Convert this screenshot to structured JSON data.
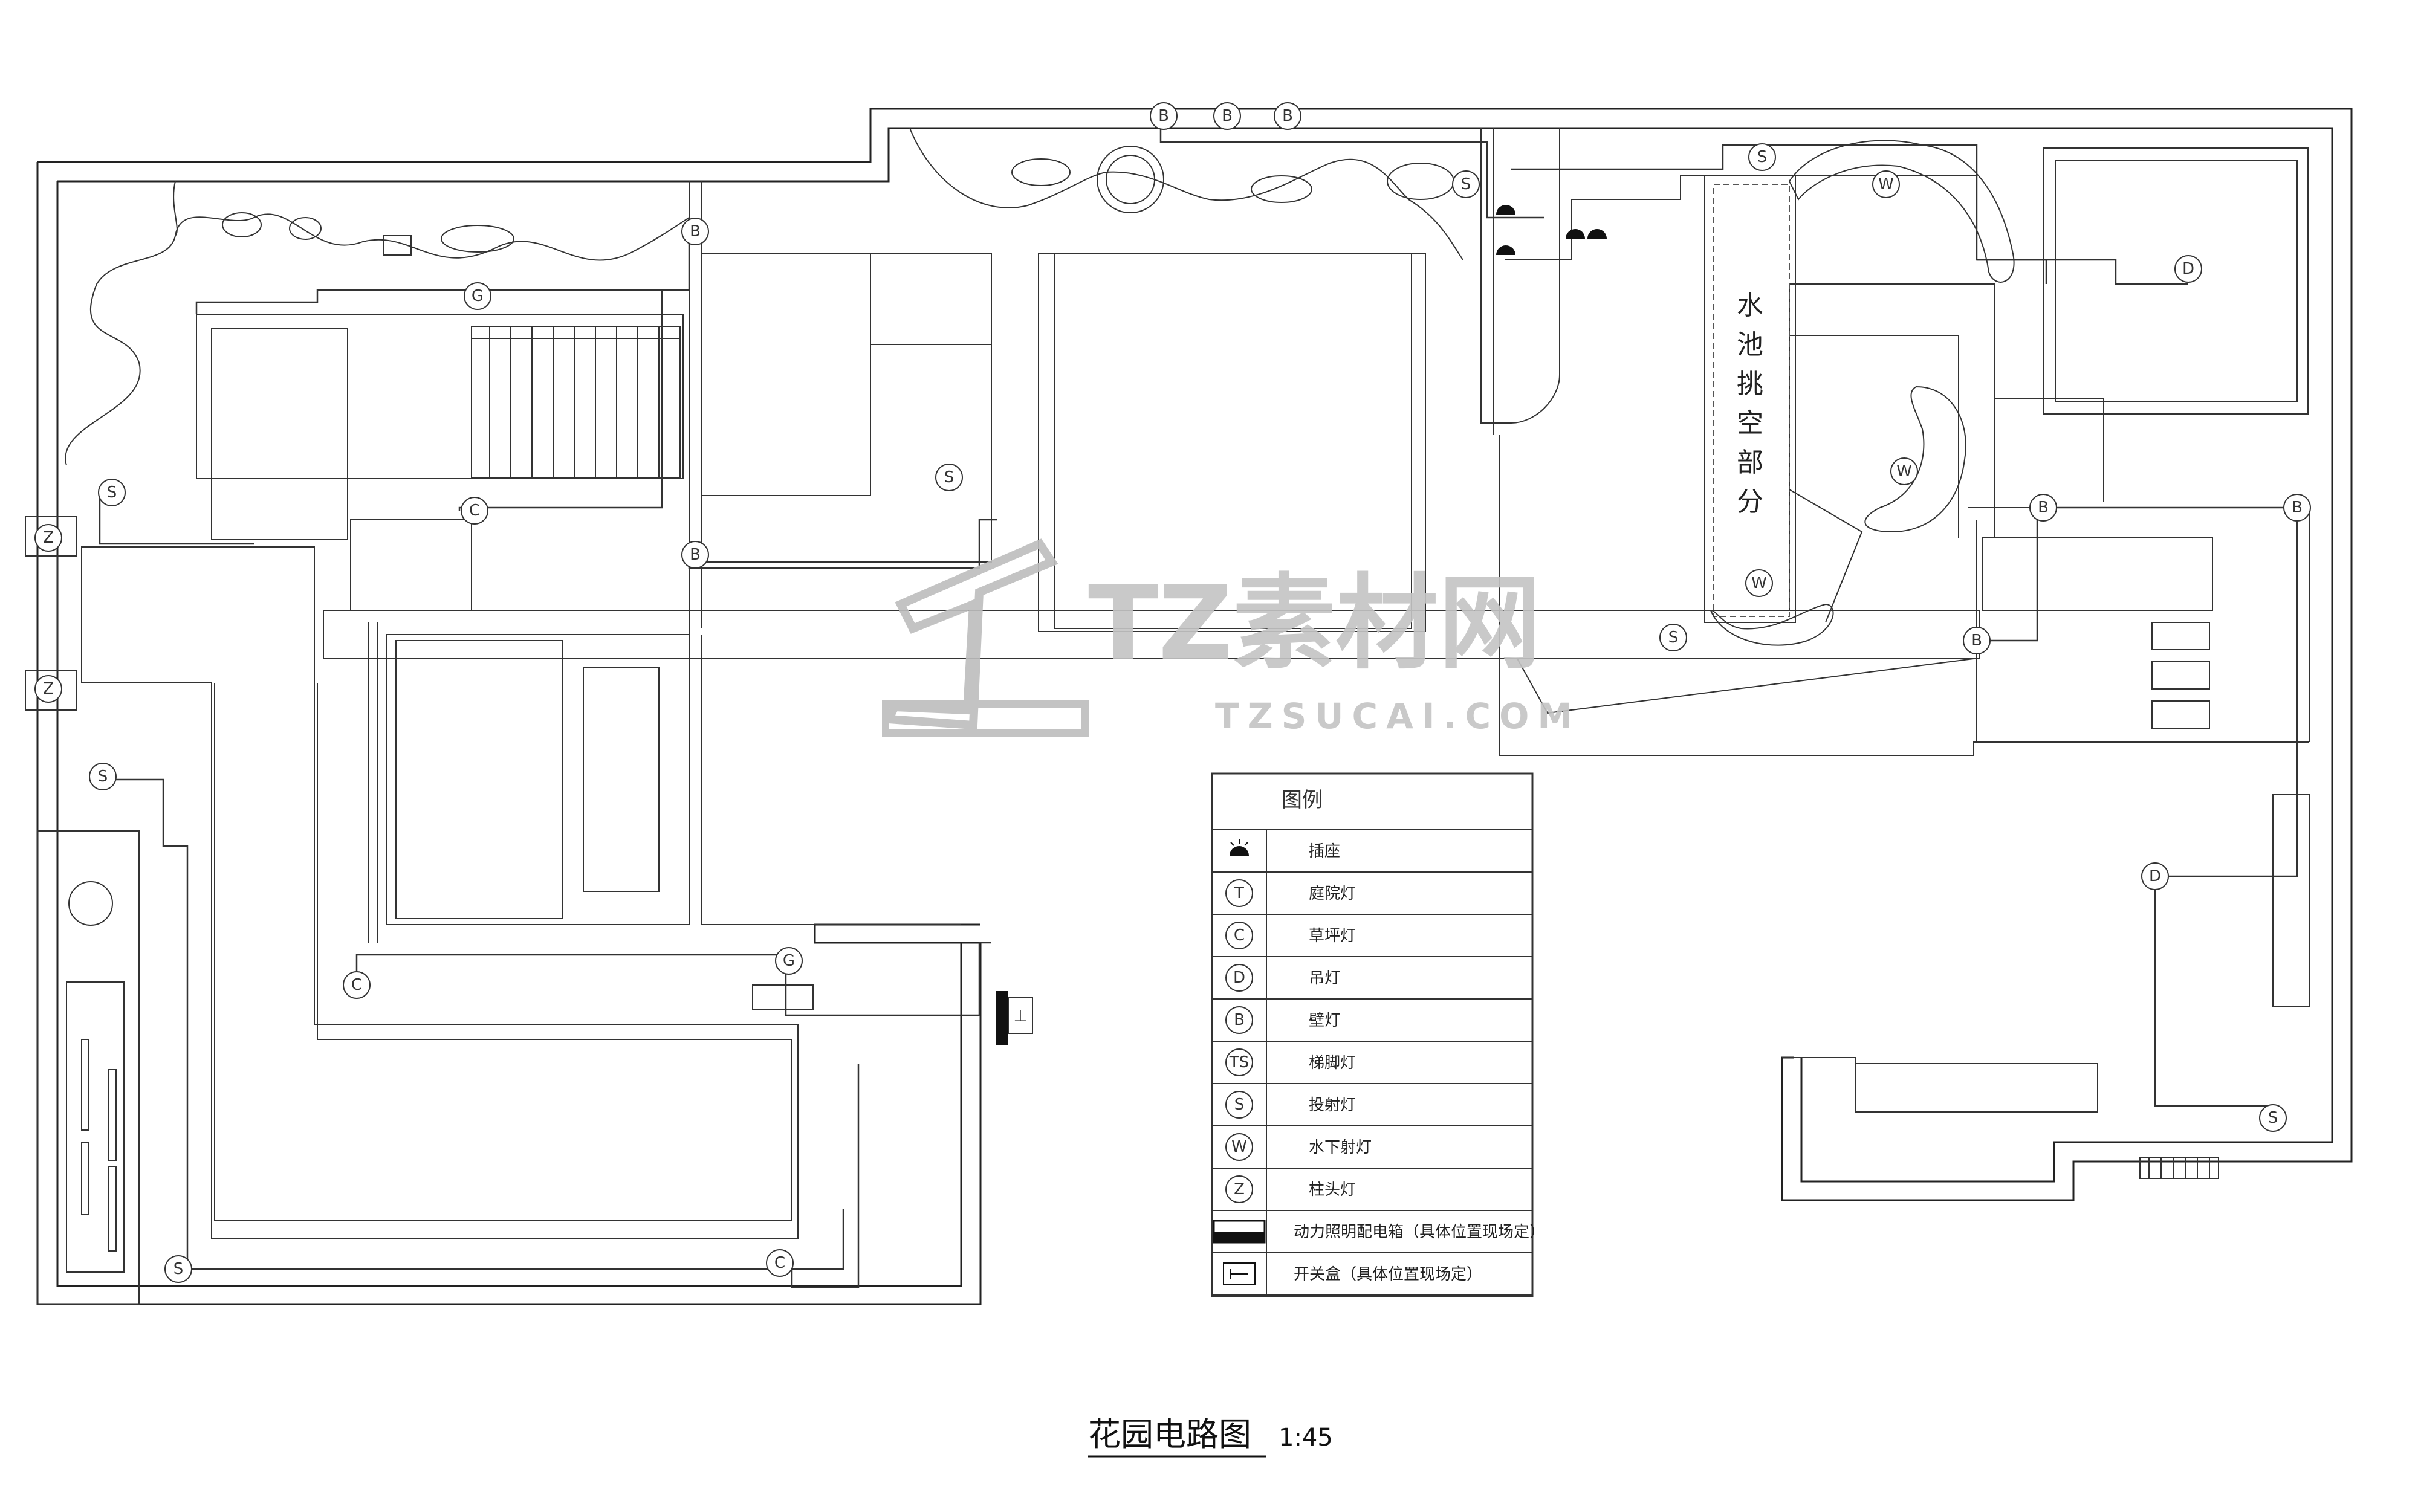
{
  "title": "花园电路图",
  "scale": "1:45",
  "pool_label": "水池挑空部分",
  "watermark": {
    "brand": "TZ素材网",
    "url": "TZSUCAI.COM"
  },
  "legend": {
    "header": "图例",
    "items": [
      {
        "symbol": "socket",
        "label": "插座"
      },
      {
        "symbol": "T",
        "label": "庭院灯"
      },
      {
        "symbol": "C",
        "label": "草坪灯"
      },
      {
        "symbol": "D",
        "label": "吊灯"
      },
      {
        "symbol": "B",
        "label": "壁灯"
      },
      {
        "symbol": "TS",
        "label": "梯脚灯"
      },
      {
        "symbol": "S",
        "label": "投射灯"
      },
      {
        "symbol": "W",
        "label": "水下射灯"
      },
      {
        "symbol": "Z",
        "label": "柱头灯"
      },
      {
        "symbol": "panel",
        "label": "动力照明配电箱（具体位置现场定）"
      },
      {
        "symbol": "switch",
        "label": "开关盒（具体位置现场定）"
      }
    ]
  },
  "plan_fixtures": [
    {
      "letter": "B"
    },
    {
      "letter": "B"
    },
    {
      "letter": "B"
    },
    {
      "letter": "S"
    },
    {
      "letter": "S"
    },
    {
      "letter": "W"
    },
    {
      "letter": "D"
    },
    {
      "letter": "B"
    },
    {
      "letter": "G"
    },
    {
      "letter": "S"
    },
    {
      "letter": "C"
    },
    {
      "letter": "B"
    },
    {
      "letter": "S"
    },
    {
      "letter": "Z"
    },
    {
      "letter": "Z"
    },
    {
      "letter": "S"
    },
    {
      "letter": "W"
    },
    {
      "letter": "W"
    },
    {
      "letter": "S"
    },
    {
      "letter": "B"
    },
    {
      "letter": "B"
    },
    {
      "letter": "B"
    },
    {
      "letter": "C"
    },
    {
      "letter": "G"
    },
    {
      "letter": "D"
    },
    {
      "letter": "S"
    },
    {
      "letter": "S"
    },
    {
      "letter": "C"
    }
  ],
  "panel_symbol": "⊥",
  "colors": {
    "line": "#222222",
    "watermark": "#c4c4c4",
    "background": "#ffffff"
  }
}
